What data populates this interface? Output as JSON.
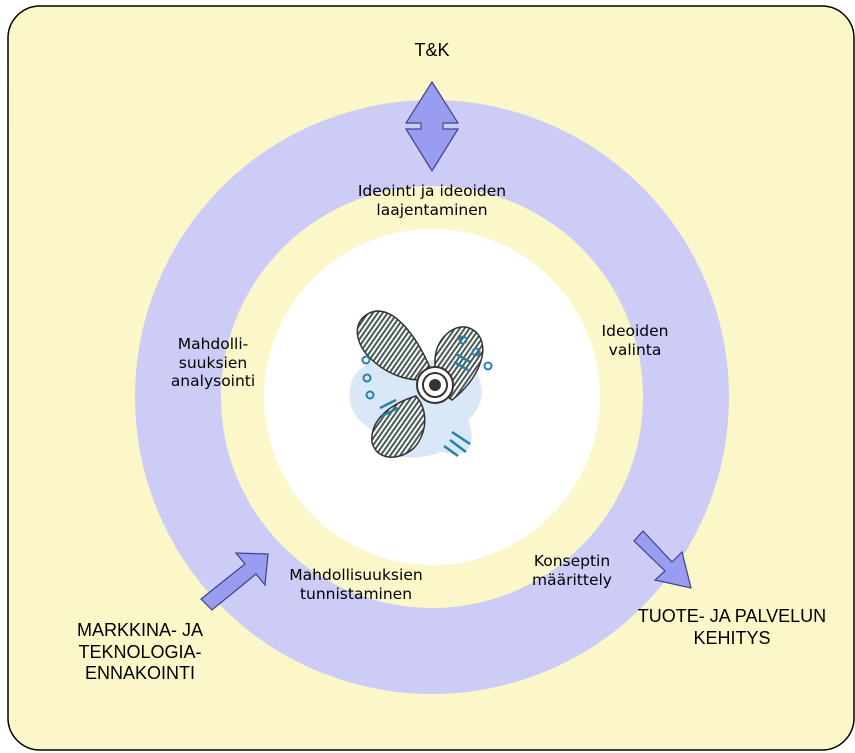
{
  "colors": {
    "background": "#fbf7c9",
    "ring": "#ccccf7",
    "arrow_fill": "#9a9cf0",
    "arrow_stroke": "#3f4190",
    "border": "#000000"
  },
  "top_label": "T&K",
  "ring_stages": [
    "Ideointi ja ideoiden\nlaajentaminen",
    "Ideoiden\nvalinta",
    "Konseptin\nmäärittely",
    "Mahdollisuuksien\ntunnistaminen",
    "Mahdolli-\nsuuksien\nanalysointi"
  ],
  "input_label": "MARKKINA- JA\nTEKNOLOGIA-\nENNAKOINTI",
  "output_label": "TUOTE- JA PALVELUN\nKEHITYS",
  "center_icon": "propeller-icon"
}
